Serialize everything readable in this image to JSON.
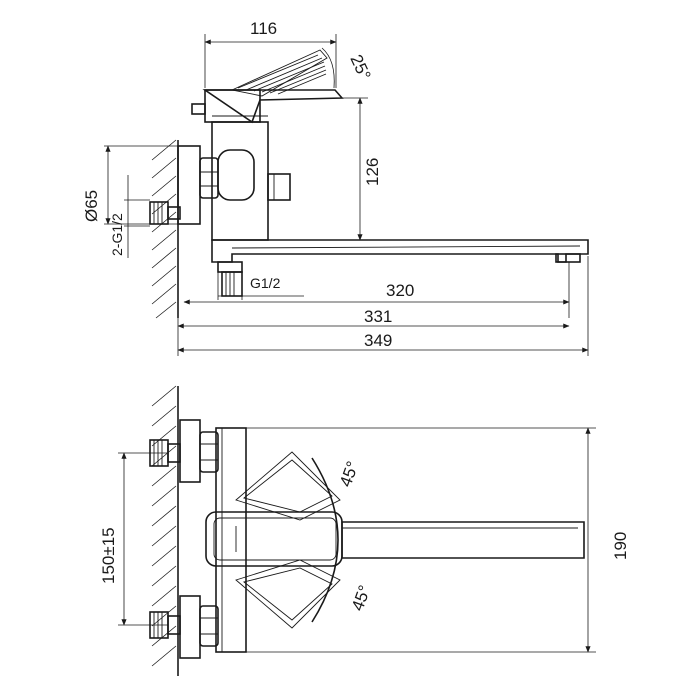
{
  "dimensions": {
    "top_width": "116",
    "lever_angle": "25°",
    "body_height": "126",
    "spout_length": "320",
    "spout_reach": "331",
    "overall_length": "349",
    "flange_diameter": "Ø65",
    "inlet_thread": "2-G1/2",
    "outlet_thread": "G1/2",
    "rotation_up": "45°",
    "rotation_down": "45°",
    "centers": "150±15",
    "spout_swing_width": "190"
  }
}
